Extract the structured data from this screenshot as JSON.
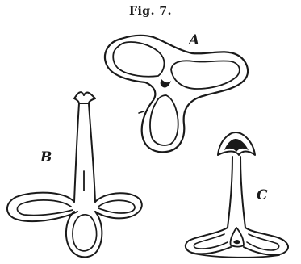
{
  "figure": {
    "title": "Fig. 7.",
    "labels": {
      "a": "A",
      "b": "B",
      "c": "C"
    }
  }
}
